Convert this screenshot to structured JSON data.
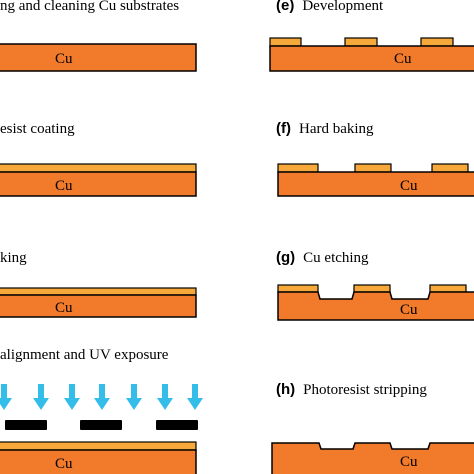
{
  "colors": {
    "copper": "#F27A2B",
    "photoresist": "#F6A93A",
    "outline": "#000000",
    "uv_arrow": "#33BDE8",
    "mask": "#000000"
  },
  "material_label": "Cu",
  "steps": [
    {
      "letter": "",
      "text": "ng and cleaning  Cu substrates"
    },
    {
      "letter": "",
      "text": "esist coating"
    },
    {
      "letter": "",
      "text": "king"
    },
    {
      "letter": "",
      "text": "alignment and UV exposure"
    },
    {
      "letter": "(e)",
      "text": "Development"
    },
    {
      "letter": "(f)",
      "text": "Hard baking"
    },
    {
      "letter": "(g)",
      "text": "Cu etching"
    },
    {
      "letter": "(h)",
      "text": "Photoresist stripping"
    }
  ]
}
